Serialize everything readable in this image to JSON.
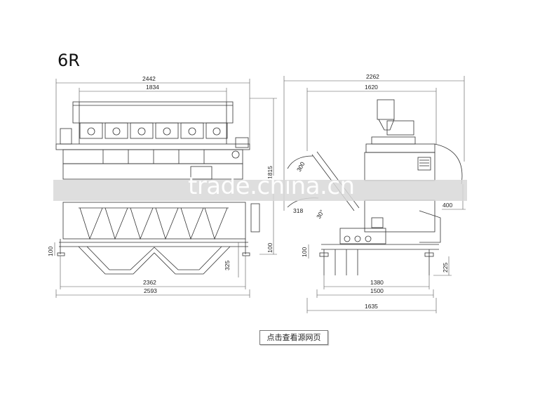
{
  "title": "6R",
  "watermark": "trade.china.cn",
  "source_button": "点击查看源网页",
  "front_view": {
    "width_total_top": "2442",
    "width_hopper": "1834",
    "height_total": "1815",
    "height_lower": "100",
    "height_base": "325",
    "height_left_foot": "100",
    "width_feet": "2362",
    "width_bottom": "2593"
  },
  "side_view": {
    "width_total": "2262",
    "width_upper": "1620",
    "angle_top": "300",
    "angle_bottom": "30°",
    "dim_318": "318",
    "dim_400": "400",
    "dim_left_100": "100",
    "height_225": "225",
    "width_1380": "1380",
    "width_1500": "1500",
    "width_1635": "1635"
  },
  "colors": {
    "line": "#333333",
    "band": "#d8d8d8",
    "background": "#ffffff"
  }
}
